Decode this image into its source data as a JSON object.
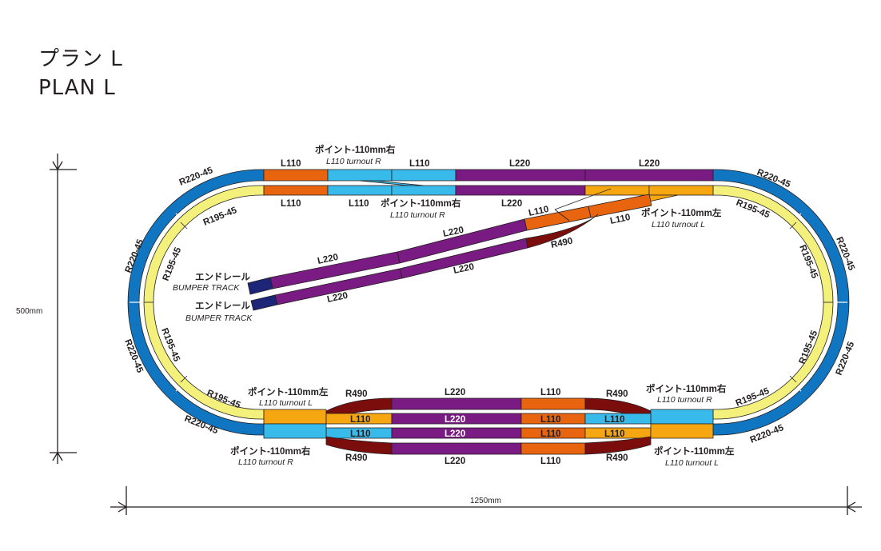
{
  "title": {
    "jp": "プラン L",
    "en": "PLAN  L"
  },
  "dimensions": {
    "height": "500mm",
    "width": "1250mm"
  },
  "colors": {
    "r220": "#1176c1",
    "r195": "#f4f07c",
    "l220": "#7a1b84",
    "l110": "#e8640e",
    "turnout_r": "#38bbea",
    "turnout_l": "#f5a611",
    "r490": "#7c0d0d",
    "bumper": "#1c2577"
  },
  "labels": {
    "r220_45": "R220-45",
    "r195_45": "R195-45",
    "l220": "L220",
    "l110": "L110",
    "r490": "R490",
    "turnout_r_jp": "ポイント-110mm右",
    "turnout_r_en": "L110 turnout R",
    "turnout_l_jp": "ポイント-110mm左",
    "turnout_l_en": "L110 turnout L",
    "bumper_jp": "エンドレール",
    "bumper_en": "BUMPER TRACK"
  }
}
